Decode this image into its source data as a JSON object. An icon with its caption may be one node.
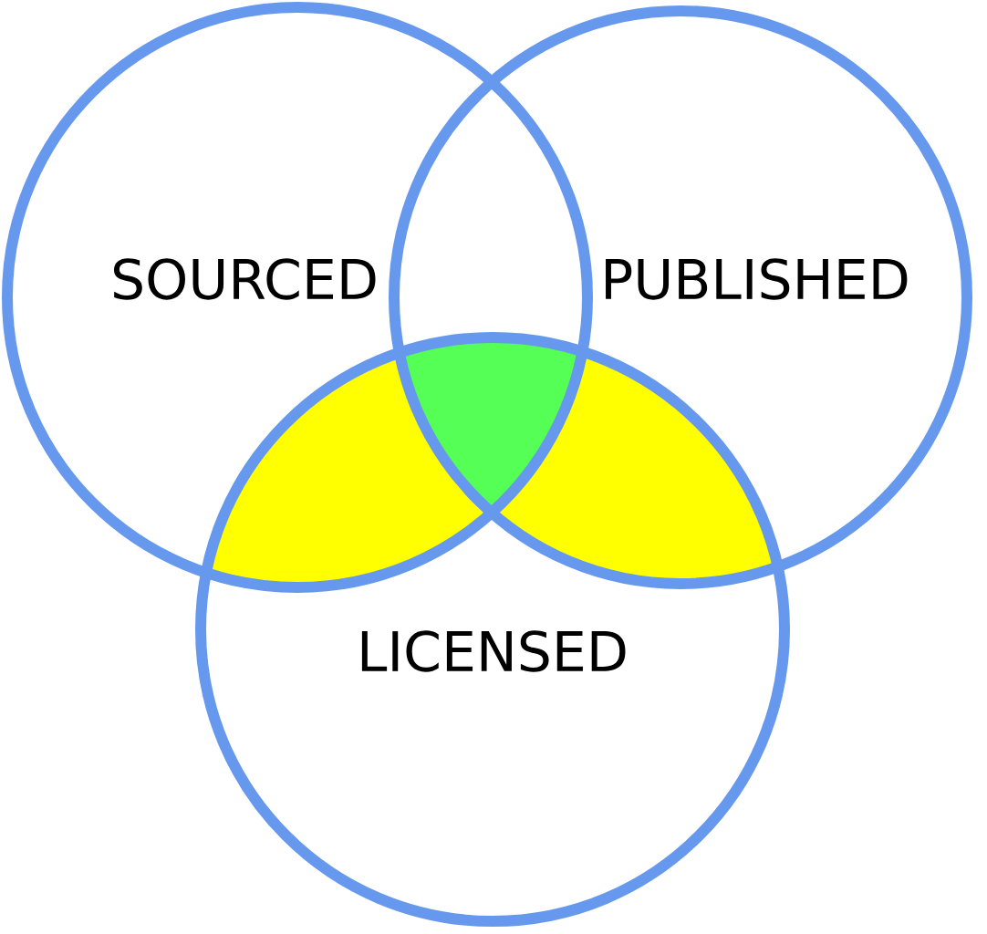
{
  "diagram": {
    "nodes": [
      {
        "text": [
          "SOURCED"
        ]
      },
      {
        "text": [
          "PUBLISHED"
        ]
      },
      {
        "text": [
          "LICENSED"
        ]
      }
    ]
  }
}
